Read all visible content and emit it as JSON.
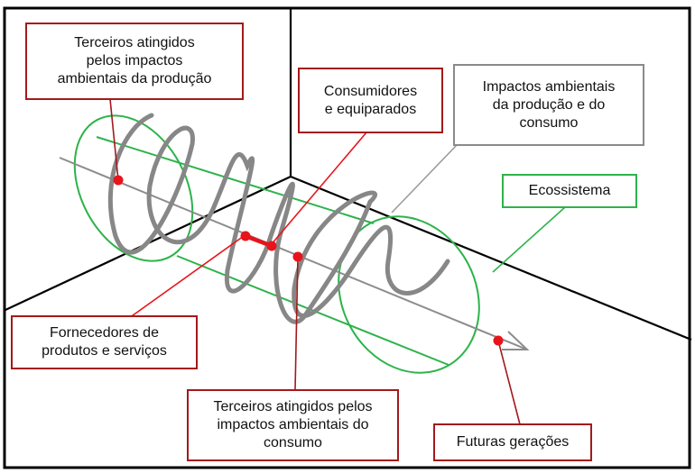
{
  "labels": {
    "terceiros_producao": "Terceiros atingidos\npelos impactos\nambientais da produção",
    "consumidores": "Consumidores\ne equiparados",
    "impactos": "Impactos ambientais\nda produção e do\nconsumo",
    "ecossistema": "Ecossistema",
    "fornecedores": "Fornecedores de\nprodutos e serviços",
    "terceiros_consumo": "Terceiros atingidos pelos\nimpactos ambientais do\nconsumo",
    "futuras": "Futuras gerações"
  },
  "colors": {
    "frame": "#000000",
    "box_red": "#a3191c",
    "box_gray": "#8a8a8a",
    "box_green": "#2db34a",
    "spiral": "#878787",
    "dot": "#e8141b",
    "axis": "#8c8c8c",
    "pointer_red": "#e8141b",
    "pointer_darkred": "#a3191c",
    "pointer_gray": "#9a9a9a",
    "pointer_green": "#2db34a"
  }
}
